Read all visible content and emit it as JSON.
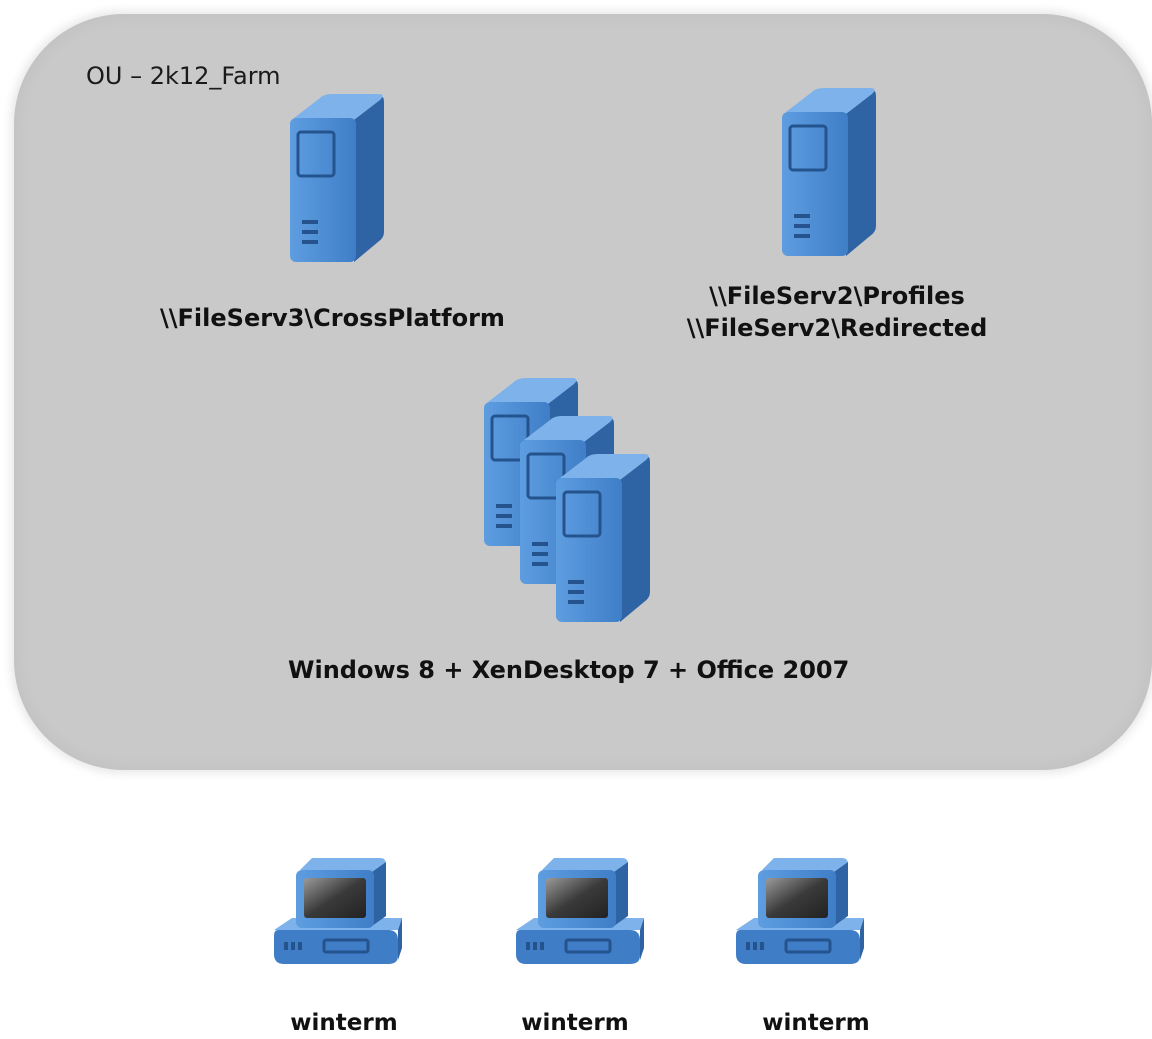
{
  "ou": {
    "label": "OU – 2k12_Farm"
  },
  "file_servers": {
    "fileserv3": "\\\\FileServ3\\CrossPlatform",
    "fileserv2_profiles": "\\\\FileServ2\\Profiles",
    "fileserv2_redirected": "\\\\FileServ2\\Redirected"
  },
  "server_farm": {
    "label": "Windows 8 + XenDesktop 7 + Office 2007"
  },
  "terminals": [
    {
      "label": "winterm"
    },
    {
      "label": "winterm"
    },
    {
      "label": "winterm"
    }
  ],
  "colors": {
    "panel": "#c9c9c9",
    "icon_front": "#4f8fd6",
    "icon_side": "#2e5f9c",
    "icon_top": "#7fb1e8",
    "screen": "#4a4a4a"
  },
  "icons": {
    "file_server": "server-tower-icon",
    "farm": "server-cluster-icon",
    "terminal": "thin-client-terminal-icon"
  }
}
